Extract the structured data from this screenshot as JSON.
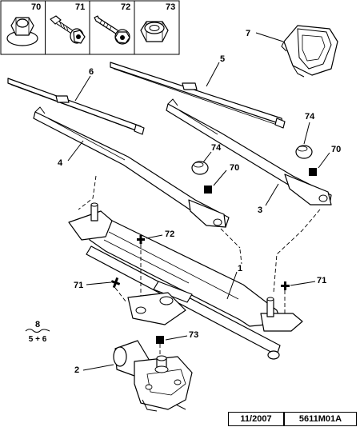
{
  "header_parts": [
    {
      "ref": "70",
      "icon": "flange-nut-icon"
    },
    {
      "ref": "71",
      "icon": "bolt-with-washer-icon"
    },
    {
      "ref": "72",
      "icon": "tapping-screw-icon"
    },
    {
      "ref": "73",
      "icon": "hex-nut-icon"
    }
  ],
  "callouts": {
    "c7": "7",
    "c5": "5",
    "c6": "6",
    "c4": "4",
    "c74a": "74",
    "c74b": "74",
    "c70a": "70",
    "c70b": "70",
    "c3": "3",
    "c72": "72",
    "c1": "1",
    "c71a": "71",
    "c71b": "71",
    "c73": "73",
    "c2": "2"
  },
  "kit": {
    "ref": "8",
    "contents": "5 + 6"
  },
  "footer": {
    "date": "11/2007",
    "ref": "5611M01A"
  }
}
